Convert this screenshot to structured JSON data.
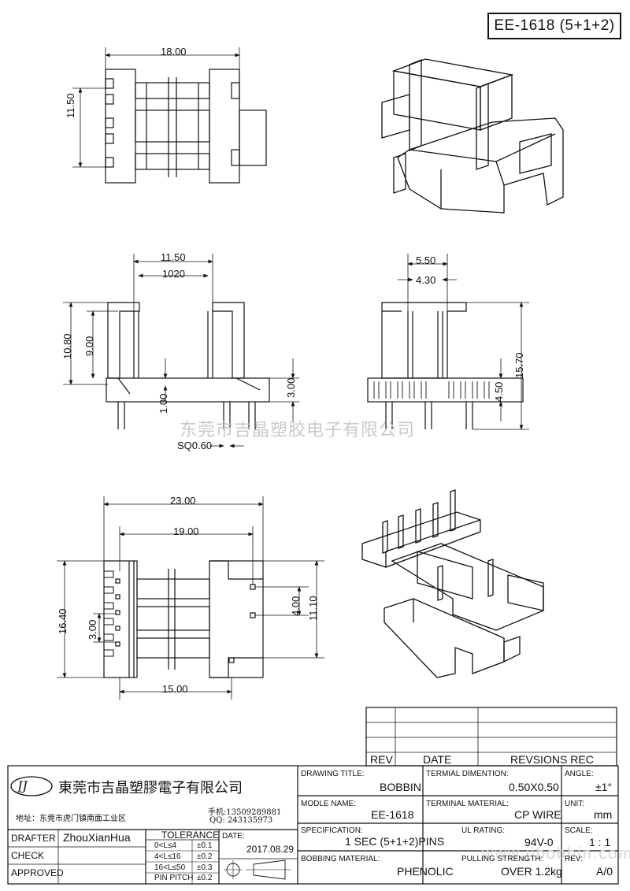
{
  "drawing_number": "EE-1618 (5+1+2)",
  "watermark": "东莞市吉晶塑胶电子有限公司",
  "watermark_url": "www.jibobbin.com",
  "dimensions": {
    "top_width": "18.00",
    "top_height": "11.50",
    "side_width_outer": "11.50",
    "side_width_inner": "1020",
    "side_height_total": "10.80",
    "side_height": "9.00",
    "side_pin_standoff": "1.00",
    "side_base": "3.00",
    "pin_square": "SQ0.60",
    "end_width_outer": "5.50",
    "end_width_inner": "4.30",
    "end_height_total": "15.70",
    "end_base": "4.50",
    "bottom_total_width": "23.00",
    "bottom_pin_span": "19.00",
    "bottom_body_width": "15.00",
    "bottom_height": "16.40",
    "bottom_pitch": "3.00",
    "bottom_right_span": "4.00",
    "bottom_right_height": "11.10"
  },
  "revision_table": {
    "headers": [
      "REV",
      "DATE",
      "REVSIONS REC"
    ]
  },
  "company": {
    "logo": "JJ",
    "name": "東莞市吉晶塑膠電子有限公司",
    "address": "地址：东莞市虎门镇南面工业区",
    "phone": "手机:13509289881",
    "qq": "QQ: 243135973"
  },
  "title_block": {
    "drafter_label": "DRAFTER",
    "drafter_value": "ZhouXianHua",
    "check_label": "CHECK",
    "approved_label": "APPROVED",
    "tolerance_label": "TOLERANCE",
    "tolerance_rows": [
      {
        "range": "0<L≤4",
        "value": "±0.1"
      },
      {
        "range": "4<L≤16",
        "value": "±0.2"
      },
      {
        "range": "16<L≤50",
        "value": "±0.3"
      },
      {
        "range": "PIN PITCH",
        "value": "±0.2"
      }
    ],
    "date_label": "DATE:",
    "date_value": "2017.08.29",
    "drawing_title_label": "DRAWING TITLE:",
    "drawing_title_value": "BOBBIN",
    "terminal_dimension_label": "TERMIAL DIMENTION:",
    "terminal_dimension_value": "0.50X0.50",
    "angle_label": "ANGLE:",
    "angle_value": "±1°",
    "model_name_label": "MODLE NAME:",
    "model_name_value": "EE-1618",
    "terminal_material_label": "TERMINAL MATERIAL:",
    "terminal_material_value": "CP  WIRE",
    "unit_label": "UNIT:",
    "unit_value": "mm",
    "specification_label": "SPECIFICATION:",
    "specification_value": "1 SEC (5+1+2)PINS",
    "ul_rating_label": "UL RATING:",
    "ul_rating_value": "94V-0",
    "scale_label": "SCALE:",
    "scale_value": "1 : 1",
    "bobbin_material_label": "BOBBING MATERIAL:",
    "bobbin_material_value": "PHENOLIC",
    "pulling_strength_label": "PULLING STRENGTH:",
    "pulling_strength_value": "OVER  1.2kg",
    "rev_label": "REV:",
    "rev_value": "A/0"
  }
}
